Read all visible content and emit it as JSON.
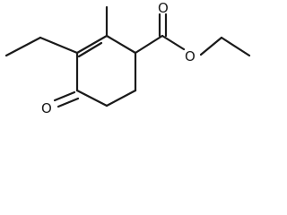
{
  "structure": {
    "atom_labels": {
      "carbonyl_oxygen": "O",
      "ester_ether_oxygen": "O",
      "ketone_oxygen": "O"
    }
  }
}
